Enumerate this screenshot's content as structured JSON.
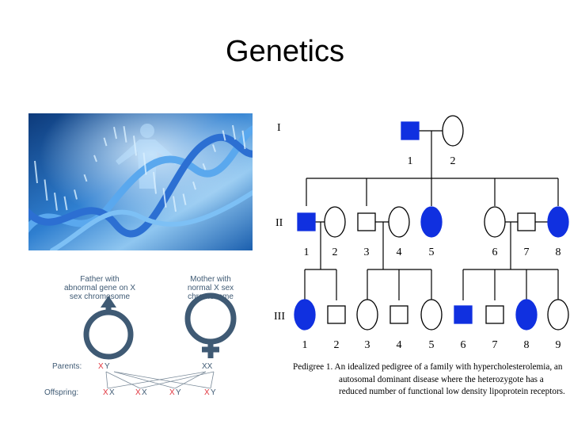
{
  "title": "Genetics",
  "inheritance": {
    "father_lines": [
      "Father with",
      "abnormal gene on X",
      "sex chromosome"
    ],
    "mother_lines": [
      "Mother with",
      "normal X sex",
      "chromosome"
    ],
    "parents_label": "Parents:",
    "father_genotype": {
      "x": "X",
      "y": "Y"
    },
    "mother_genotype": "XX",
    "offspring_label": "Offspring:",
    "offspring": [
      {
        "first": "X",
        "second": "X"
      },
      {
        "first": "X",
        "second": "X"
      },
      {
        "first": "X",
        "second": "Y"
      },
      {
        "first": "X",
        "second": "Y"
      }
    ],
    "colors": {
      "affected": "#e0323c",
      "text": "#3f5a74",
      "symbol": "#3f5a74"
    }
  },
  "pedigree": {
    "generation_labels": [
      "I",
      "II",
      "III"
    ],
    "gen1": [
      {
        "num": "1",
        "sex": "male",
        "affected": true
      },
      {
        "num": "2",
        "sex": "female",
        "affected": false
      }
    ],
    "gen2": [
      {
        "num": "1",
        "sex": "male",
        "affected": true
      },
      {
        "num": "2",
        "sex": "female",
        "affected": false
      },
      {
        "num": "3",
        "sex": "male",
        "affected": false
      },
      {
        "num": "4",
        "sex": "female",
        "affected": false
      },
      {
        "num": "5",
        "sex": "female",
        "affected": true
      },
      {
        "num": "6",
        "sex": "female",
        "affected": false
      },
      {
        "num": "7",
        "sex": "male",
        "affected": false
      },
      {
        "num": "8",
        "sex": "female",
        "affected": true
      }
    ],
    "gen3": [
      {
        "num": "1",
        "sex": "female",
        "affected": true
      },
      {
        "num": "2",
        "sex": "male",
        "affected": false
      },
      {
        "num": "3",
        "sex": "female",
        "affected": false
      },
      {
        "num": "4",
        "sex": "male",
        "affected": false
      },
      {
        "num": "5",
        "sex": "female",
        "affected": false
      },
      {
        "num": "6",
        "sex": "male",
        "affected": true
      },
      {
        "num": "7",
        "sex": "male",
        "affected": false
      },
      {
        "num": "8",
        "sex": "female",
        "affected": true
      },
      {
        "num": "9",
        "sex": "female",
        "affected": false
      }
    ],
    "affected_color": "#1030e0",
    "caption": {
      "line1": "Pedigree 1. An idealized pedigree of a family with hypercholesterolemia, an",
      "line2": "autosomal dominant disease where the heterozygote has a",
      "line3": "reduced number of functional low density lipoprotein receptors."
    }
  }
}
